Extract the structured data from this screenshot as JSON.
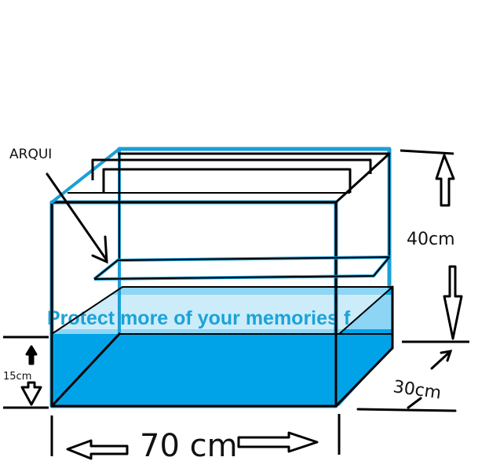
{
  "annotations": {
    "aqui_label": "ARQUI",
    "height_label": "40cm",
    "water_label": "15cm",
    "depth_label": "30cm",
    "width_label": "70 cm"
  },
  "watermark": {
    "text": "Protect more of your memories f"
  },
  "colors": {
    "water": "#00a3e8",
    "water_light": "#8fd6f3",
    "tank_edge": "#1a9fd8",
    "ink": "#000000"
  }
}
